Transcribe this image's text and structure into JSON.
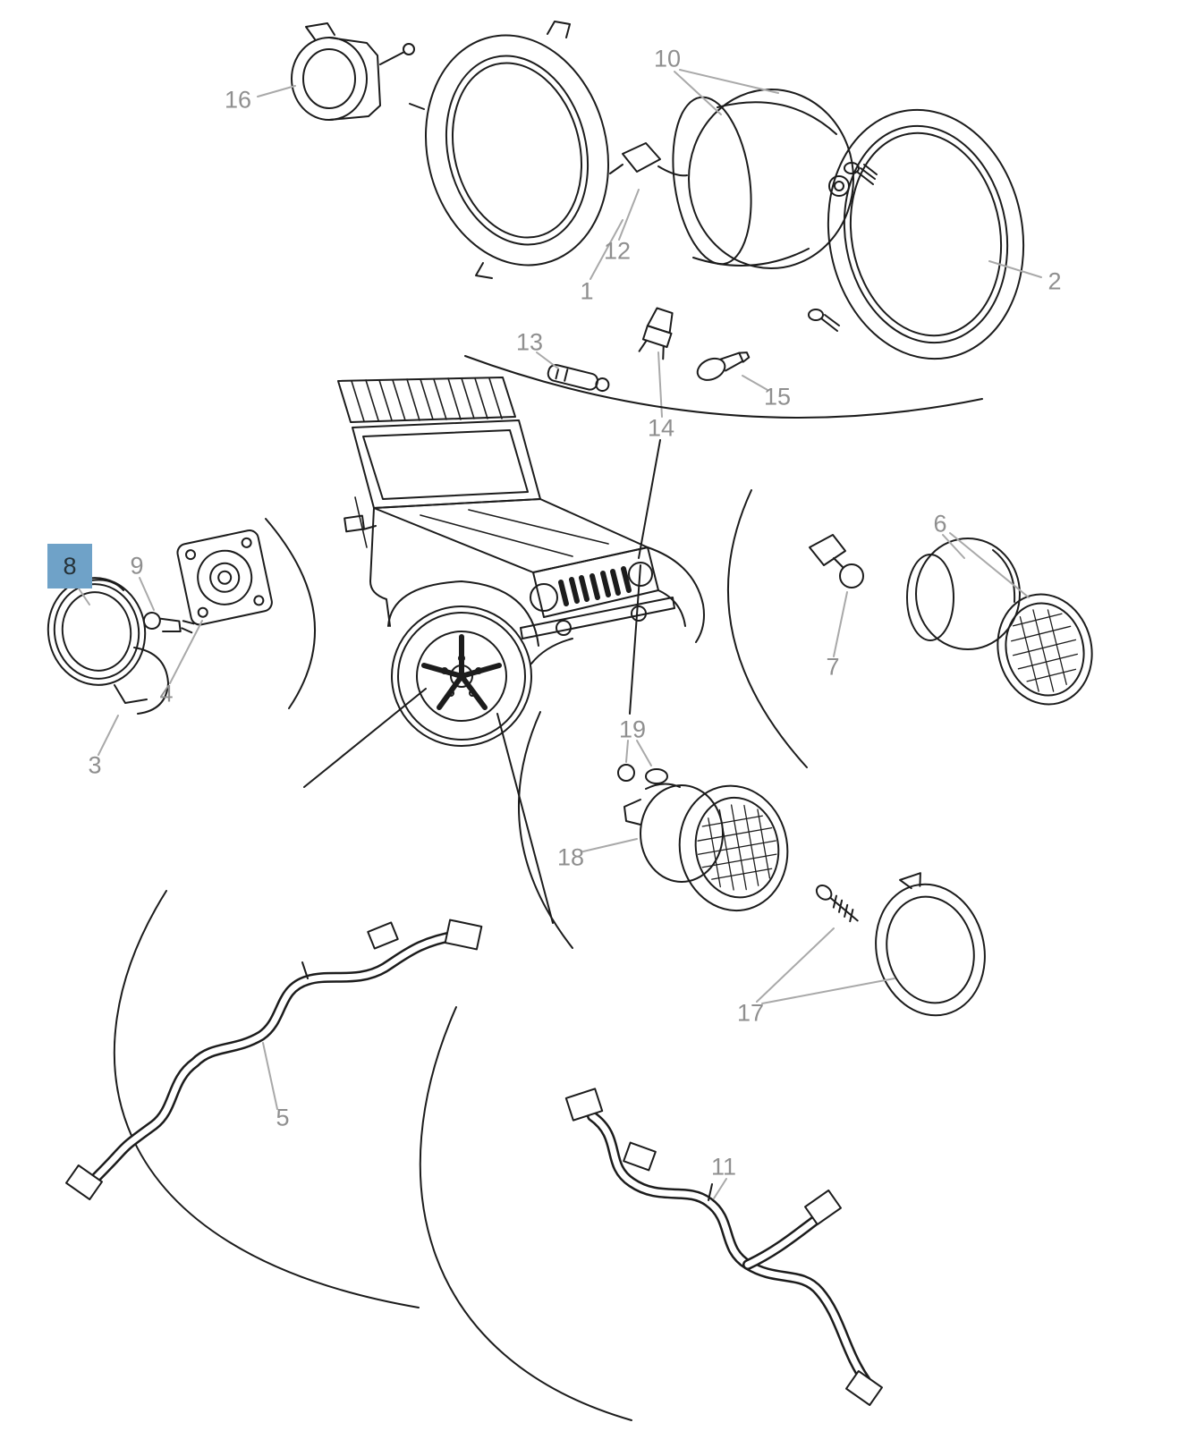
{
  "diagram": {
    "colors": {
      "background": "#ffffff",
      "line": "#1c1c1c",
      "label": "#8f8f8f",
      "highlight_fill": "#6fa2c8",
      "highlight_text": "#263238"
    },
    "callouts": {
      "c1": {
        "label": "1"
      },
      "c2": {
        "label": "2"
      },
      "c3": {
        "label": "3"
      },
      "c4": {
        "label": "4"
      },
      "c5": {
        "label": "5"
      },
      "c6": {
        "label": "6"
      },
      "c7": {
        "label": "7"
      },
      "c8": {
        "label": "8",
        "highlighted": true
      },
      "c9": {
        "label": "9"
      },
      "c10": {
        "label": "10"
      },
      "c11": {
        "label": "11"
      },
      "c12": {
        "label": "12"
      },
      "c13": {
        "label": "13"
      },
      "c14": {
        "label": "14"
      },
      "c15": {
        "label": "15"
      },
      "c16": {
        "label": "16"
      },
      "c17": {
        "label": "17"
      },
      "c18": {
        "label": "18"
      },
      "c19": {
        "label": "19"
      }
    }
  }
}
